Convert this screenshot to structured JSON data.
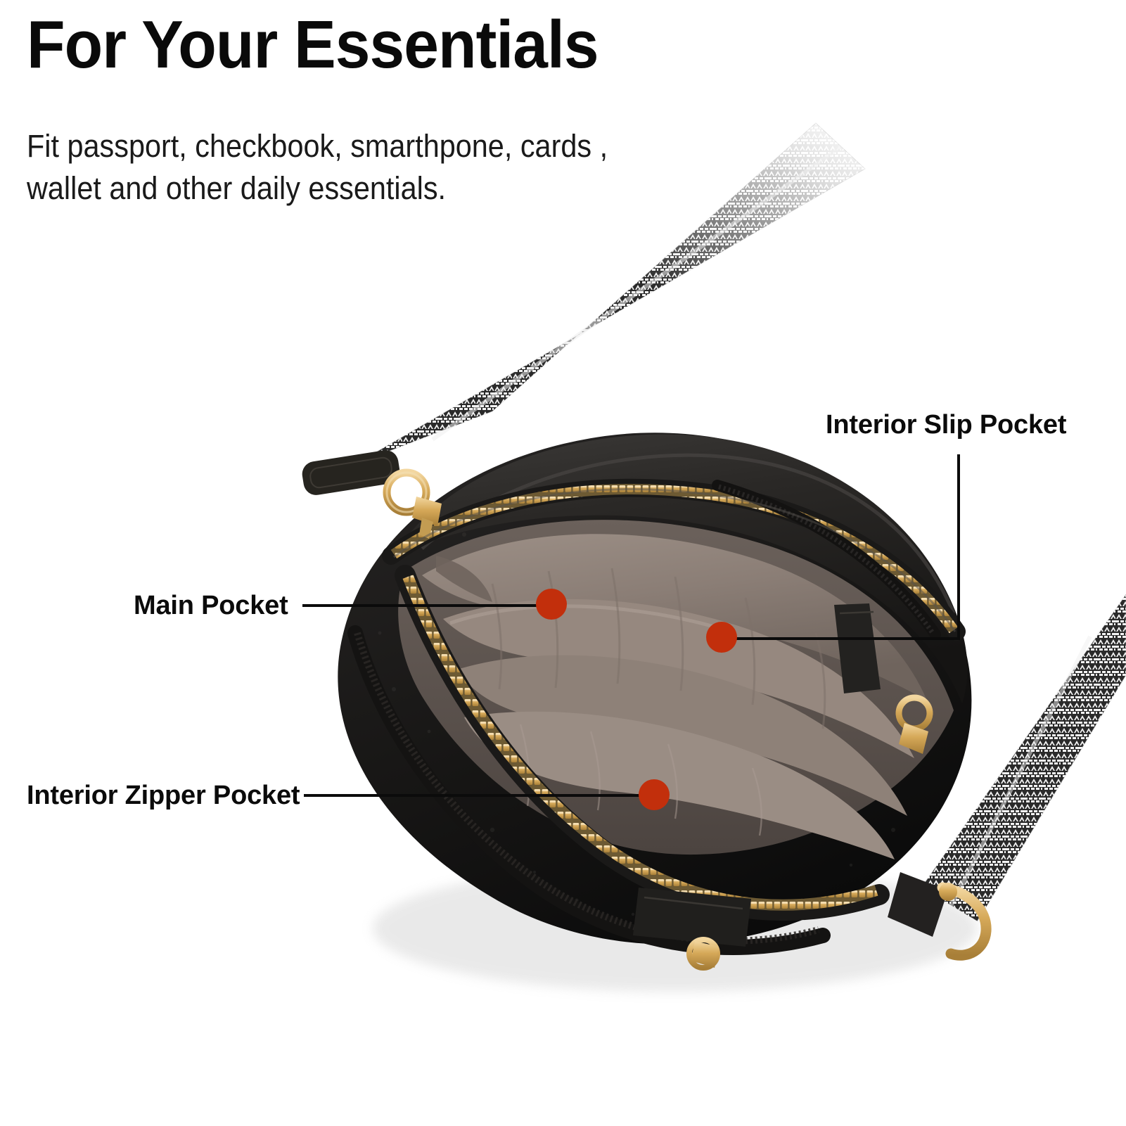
{
  "headline": "For Your Essentials",
  "subhead": "Fit passport, checkbook, smarthpone, cards ,\nwallet and other daily essentials.",
  "callouts": [
    {
      "id": "slip",
      "label": "Interior Slip Pocket",
      "marker_color": "#c22f0c"
    },
    {
      "id": "main",
      "label": "Main Pocket",
      "marker_color": "#c22f0c"
    },
    {
      "id": "zip",
      "label": "Interior Zipper Pocket",
      "marker_color": "#c22f0c"
    }
  ],
  "colors": {
    "marker_red": "#c22f0c",
    "text_black": "#0b0b0b",
    "leader_line": "#0b0b0b",
    "background": "#ffffff",
    "leather_black": "#1c1b1a",
    "lining_taupe": "#8d8078",
    "hardware_gold": "#d9ab62",
    "strap_black": "#1b1b1b",
    "strap_white": "#f2f2f2"
  },
  "product": {
    "type": "crossbody-handbag",
    "exterior": "black pebbled leather",
    "lining": "taupe fabric",
    "hardware": "gold-tone zippers, O-ring and swivel clasps",
    "strap": "black and white woven chevron guitar strap"
  }
}
